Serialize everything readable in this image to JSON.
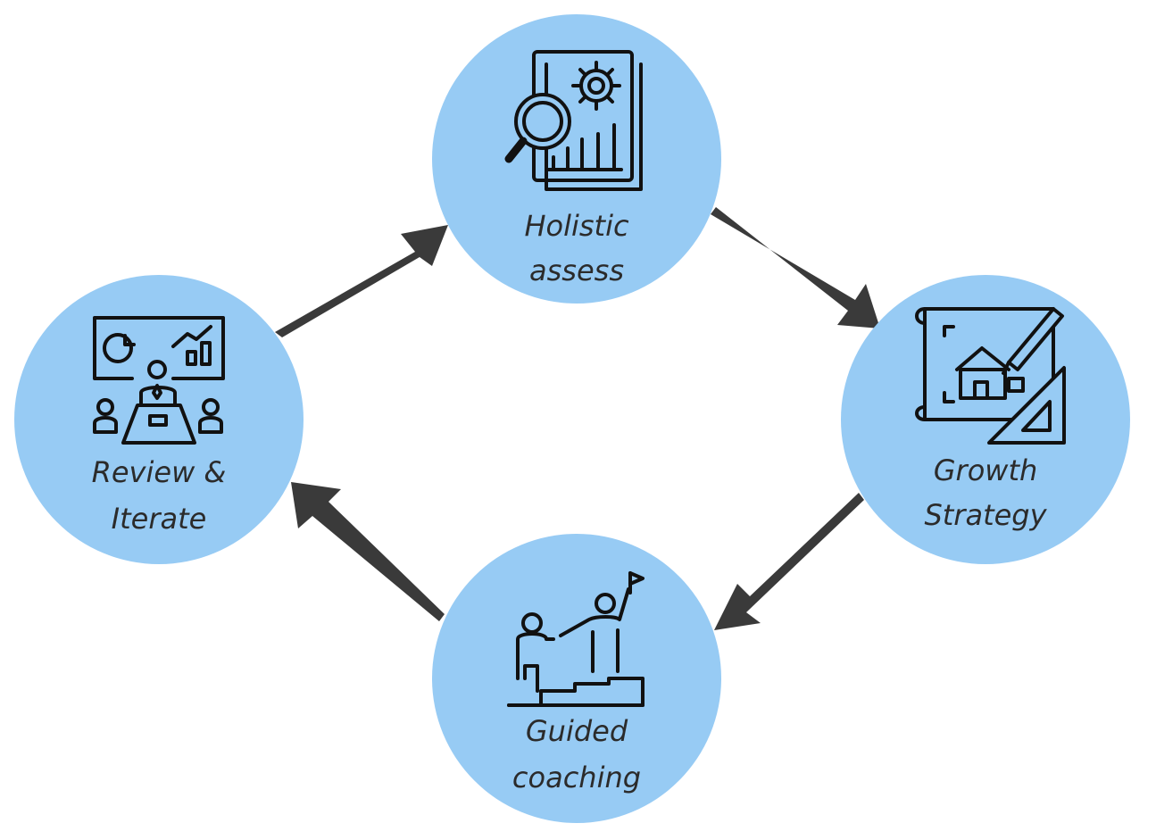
{
  "nodes": {
    "holistic": {
      "line1": "Holistic",
      "line2": "assess",
      "icon": "magnifier-report-gear-icon"
    },
    "growth": {
      "line1": "Growth",
      "line2": "Strategy",
      "icon": "blueprint-house-ruler-icon"
    },
    "guided": {
      "line1": "Guided",
      "line2": "coaching",
      "icon": "climbing-stairs-helping-hand-icon"
    },
    "review": {
      "line1": "Review &",
      "line2": "Iterate",
      "icon": "presentation-meeting-icon"
    }
  },
  "colors": {
    "circle": "#97cbf4",
    "arrow": "#3a3a3a",
    "icon": "#111111",
    "text": "#2b2b2b"
  }
}
